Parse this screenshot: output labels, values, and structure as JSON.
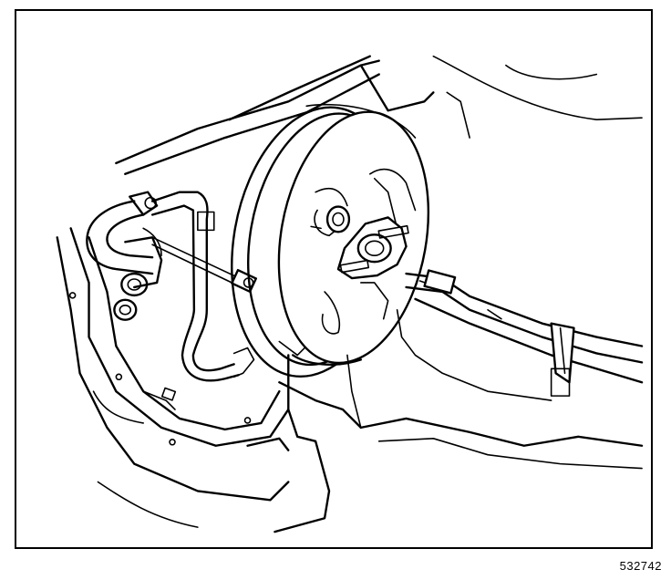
{
  "figure": {
    "number": "532742",
    "line_color": "#000000",
    "background_color": "#ffffff"
  },
  "parts": {
    "brake_booster": "booster-drum",
    "master_cylinder_flange": "mounting-flange",
    "bolt": "mounting-bolt",
    "hose": "vacuum-hose",
    "brake_lines": "brake-lines"
  }
}
